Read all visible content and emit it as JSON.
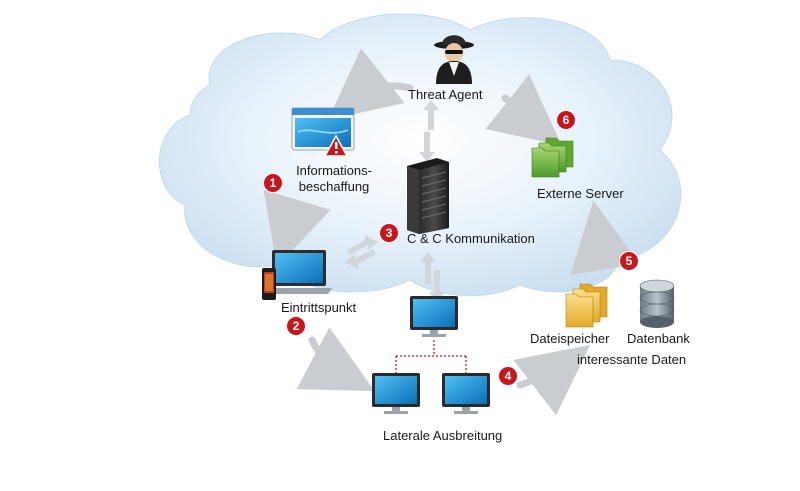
{
  "nodes": {
    "threat_agent": "Threat Agent",
    "information_gathering": "Informations-\nbeschaffung",
    "info_line1": "Informations-",
    "info_line2": "beschaffung",
    "cc": "C & C Kommunikation",
    "external_server": "Externe Server",
    "entry_point": "Eintrittspunkt",
    "lateral": "Laterale Ausbreitung",
    "file_storage": "Dateispeicher",
    "database": "Datenbank",
    "interesting_data": "interessante Daten"
  },
  "steps": [
    "1",
    "2",
    "3",
    "4",
    "5",
    "6"
  ],
  "colors": {
    "cloud": "#dcebf6",
    "cloud_edge": "#c4dbee",
    "arrow": "#c9cdd1",
    "badge": "#c8161d",
    "network_line": "#c8161d",
    "screen": "#1a8fd6"
  },
  "icons": [
    "spy-icon",
    "browser-warning-icon",
    "server-rack-icon",
    "folders-icon",
    "laptop-icon",
    "phone-icon",
    "monitor-icon",
    "database-icon"
  ]
}
